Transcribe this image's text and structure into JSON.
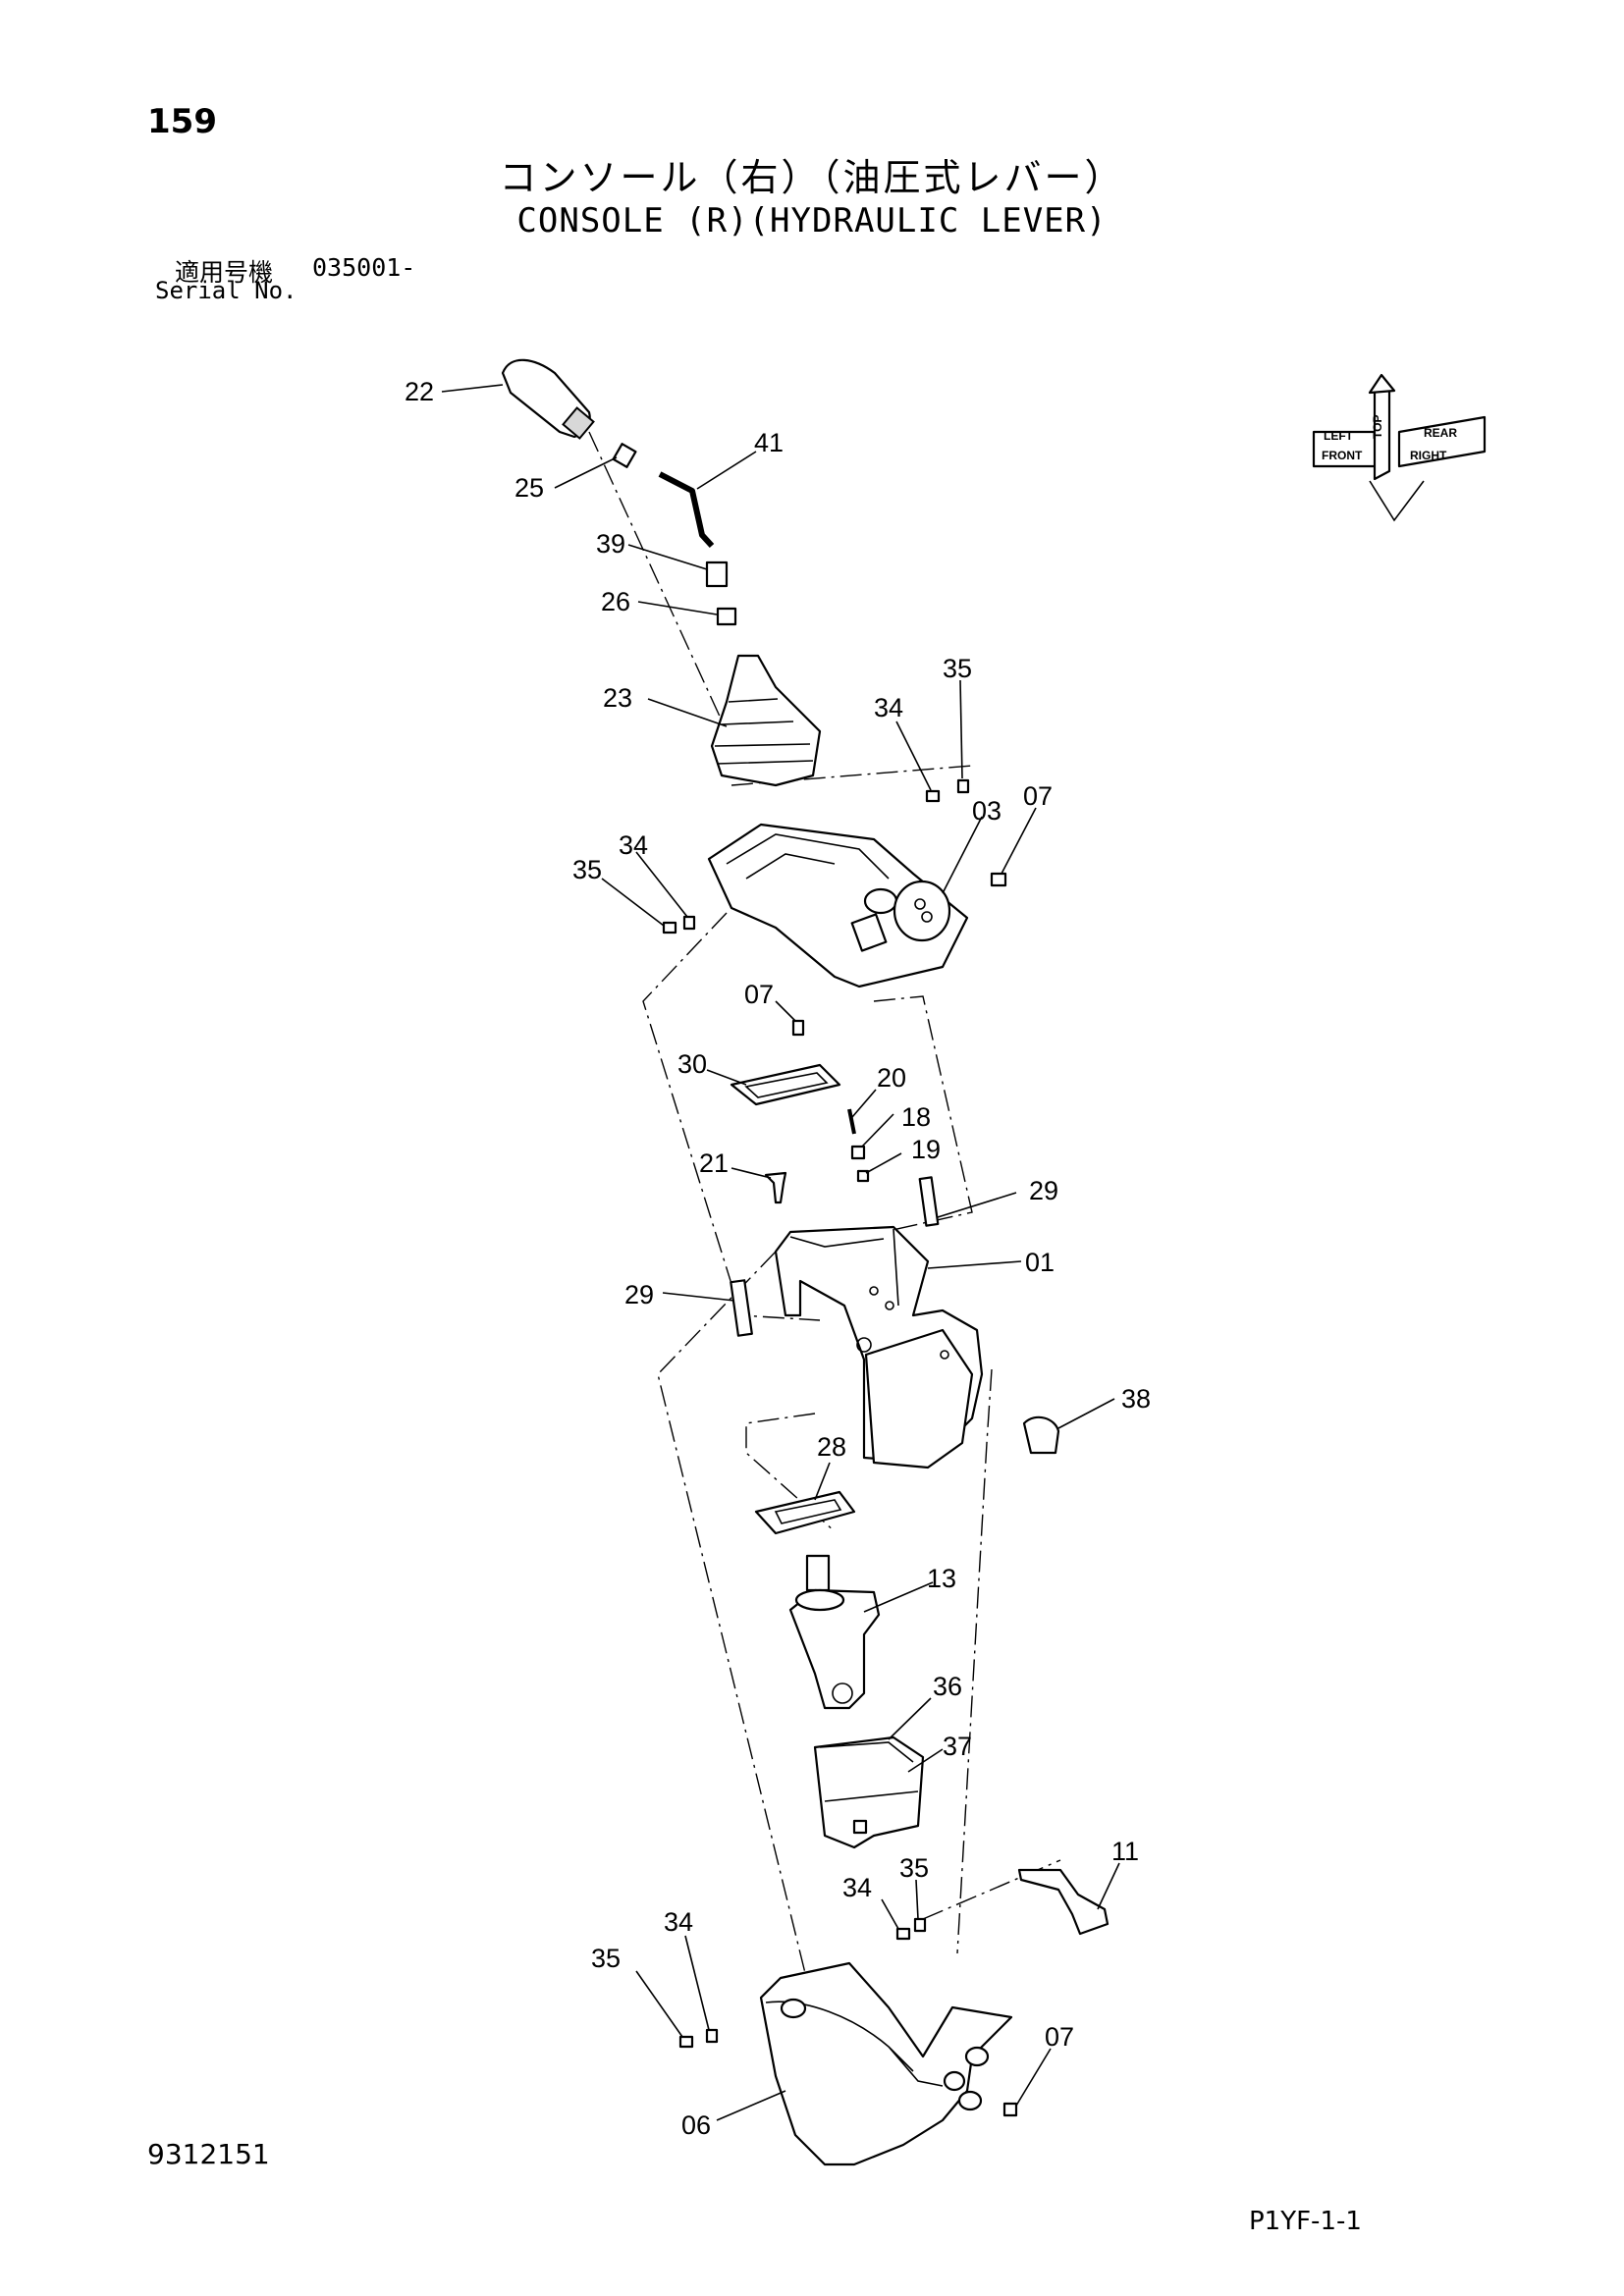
{
  "header": {
    "page_number": "159",
    "title_ja": "コンソール（右）（油圧式レバー）",
    "title_en": "CONSOLE (R)(HYDRAULIC LEVER)",
    "serial_label_ja": "適用号機",
    "serial_value": "035001-",
    "serial_label_en": "Serial No."
  },
  "orientation_indicator": {
    "front": "FRONT",
    "right": "RIGHT",
    "top": "TOP",
    "rear_left": "LEFT",
    "rear_right": "REAR"
  },
  "part_labels": [
    {
      "id": "22",
      "text": "22"
    },
    {
      "id": "41",
      "text": "41"
    },
    {
      "id": "25",
      "text": "25"
    },
    {
      "id": "39",
      "text": "39"
    },
    {
      "id": "26",
      "text": "26"
    },
    {
      "id": "23",
      "text": "23"
    },
    {
      "id": "35a",
      "text": "35"
    },
    {
      "id": "34a",
      "text": "34"
    },
    {
      "id": "03",
      "text": "03"
    },
    {
      "id": "07a",
      "text": "07"
    },
    {
      "id": "34b",
      "text": "34"
    },
    {
      "id": "35b",
      "text": "35"
    },
    {
      "id": "07b",
      "text": "07"
    },
    {
      "id": "30",
      "text": "30"
    },
    {
      "id": "20",
      "text": "20"
    },
    {
      "id": "18",
      "text": "18"
    },
    {
      "id": "19",
      "text": "19"
    },
    {
      "id": "21",
      "text": "21"
    },
    {
      "id": "29a",
      "text": "29"
    },
    {
      "id": "01",
      "text": "01"
    },
    {
      "id": "29b",
      "text": "29"
    },
    {
      "id": "38",
      "text": "38"
    },
    {
      "id": "28",
      "text": "28"
    },
    {
      "id": "13",
      "text": "13"
    },
    {
      "id": "36",
      "text": "36"
    },
    {
      "id": "37",
      "text": "37"
    },
    {
      "id": "11",
      "text": "11"
    },
    {
      "id": "34c",
      "text": "34"
    },
    {
      "id": "35c",
      "text": "35"
    },
    {
      "id": "34d",
      "text": "34"
    },
    {
      "id": "35d",
      "text": "35"
    },
    {
      "id": "07c",
      "text": "07"
    },
    {
      "id": "06",
      "text": "06"
    }
  ],
  "footer": {
    "doc_number": "9312151",
    "page_code": "P1YF-1-1"
  }
}
